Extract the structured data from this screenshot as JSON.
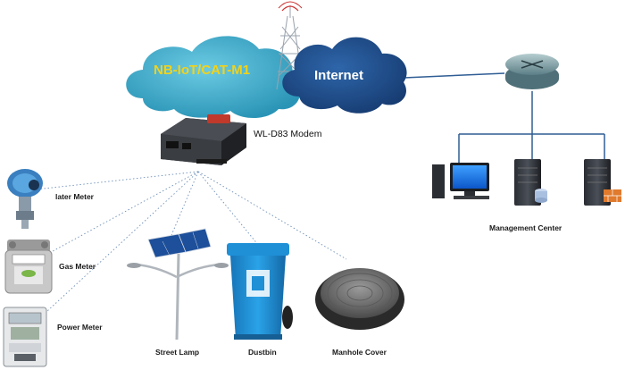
{
  "clouds": {
    "nbiot": "NB-IoT/CAT-M1",
    "internet": "Internet"
  },
  "modem": {
    "label": "WL-D83 Modem"
  },
  "meters": {
    "water": "later Meter",
    "gas": "Gas Meter",
    "power": "Power Meter"
  },
  "devices": {
    "street_lamp": "Street Lamp",
    "dustbin": "Dustbin",
    "manhole": "Manhole Cover"
  },
  "management": {
    "label": "Management Center"
  },
  "colors": {
    "nbiot_cloud": "#37a6c6",
    "nbiot_text": "#f2d21a",
    "internet_cloud": "#1d4a86",
    "internet_text": "#ffffff",
    "link_line": "#2f5d94",
    "dotted_line": "#6e8fb8",
    "dustbin": "#1f8fd6"
  }
}
